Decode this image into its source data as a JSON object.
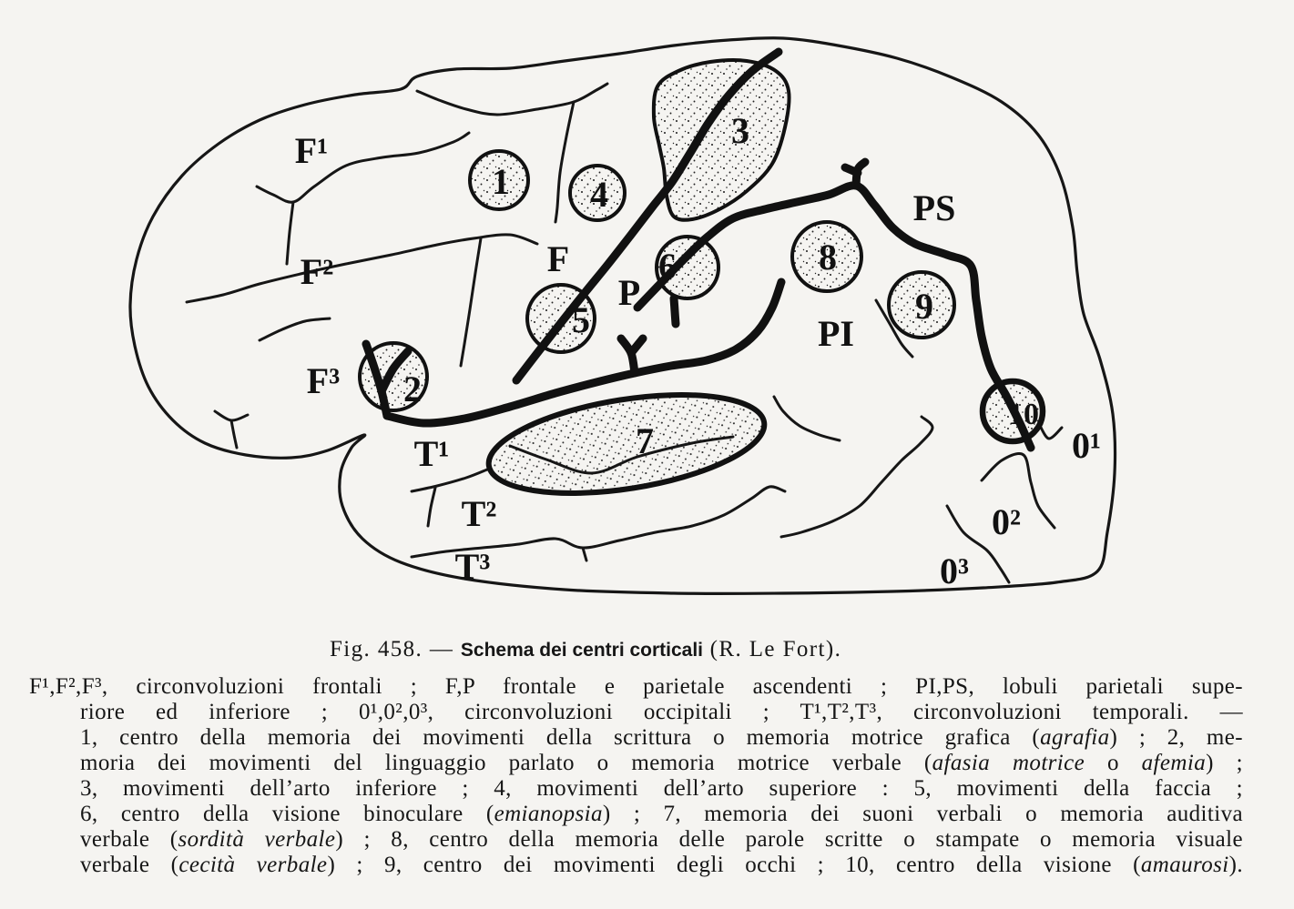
{
  "figure": {
    "labels": {
      "F1": "F¹",
      "F2": "F²",
      "F3": "F³",
      "F": "F",
      "P": "P",
      "PS": "PS",
      "PI": "PI",
      "T1": "T¹",
      "T2": "T²",
      "T3": "T³",
      "O1": "0¹",
      "O2": "0²",
      "O3": "0³"
    },
    "centers": [
      "1",
      "2",
      "3",
      "4",
      "5",
      "6",
      "7",
      "8",
      "9",
      "10"
    ]
  },
  "caption": {
    "prefix": "Fig. 458. — ",
    "title": "Schema dei centri corticali",
    "suffix": " (R. Le Fort)."
  },
  "legend": {
    "l1": "F¹,F²,F³, circonvoluzioni frontali ; F,P frontale e parietale ascendenti ; PI,PS, lobuli parietali supe-",
    "l2": "riore ed inferiore ; 0¹,0²,0³, circonvoluzioni occipitali ; T¹,T²,T³, circonvoluzioni temporali. —",
    "l3": [
      "1, centro della memoria dei movimenti della scrittura o memoria motrice grafica (",
      "agrafia",
      ") ; 2, me-"
    ],
    "l4": [
      "moria dei movimenti del linguaggio parlato o memoria motrice verbale (",
      "afasia motrice",
      " o ",
      "afemia",
      ") ;"
    ],
    "l5": "3, movimenti dell’arto inferiore ; 4, movimenti dell’arto superiore : 5, movimenti della faccia ;",
    "l6": [
      "6, centro della visione binoculare (",
      "emianopsia",
      ") ; 7, memoria dei suoni verbali o memoria auditiva"
    ],
    "l7": [
      "verbale (",
      "sordità verbale",
      ") ; 8, centro della memoria delle parole scritte o stampate o memoria visuale"
    ],
    "l8": [
      "verbale (",
      "cecità verbale",
      ") ; 9, centro dei movimenti degli occhi ; 10, centro della visione (",
      "amaurosi",
      ")."
    ]
  }
}
